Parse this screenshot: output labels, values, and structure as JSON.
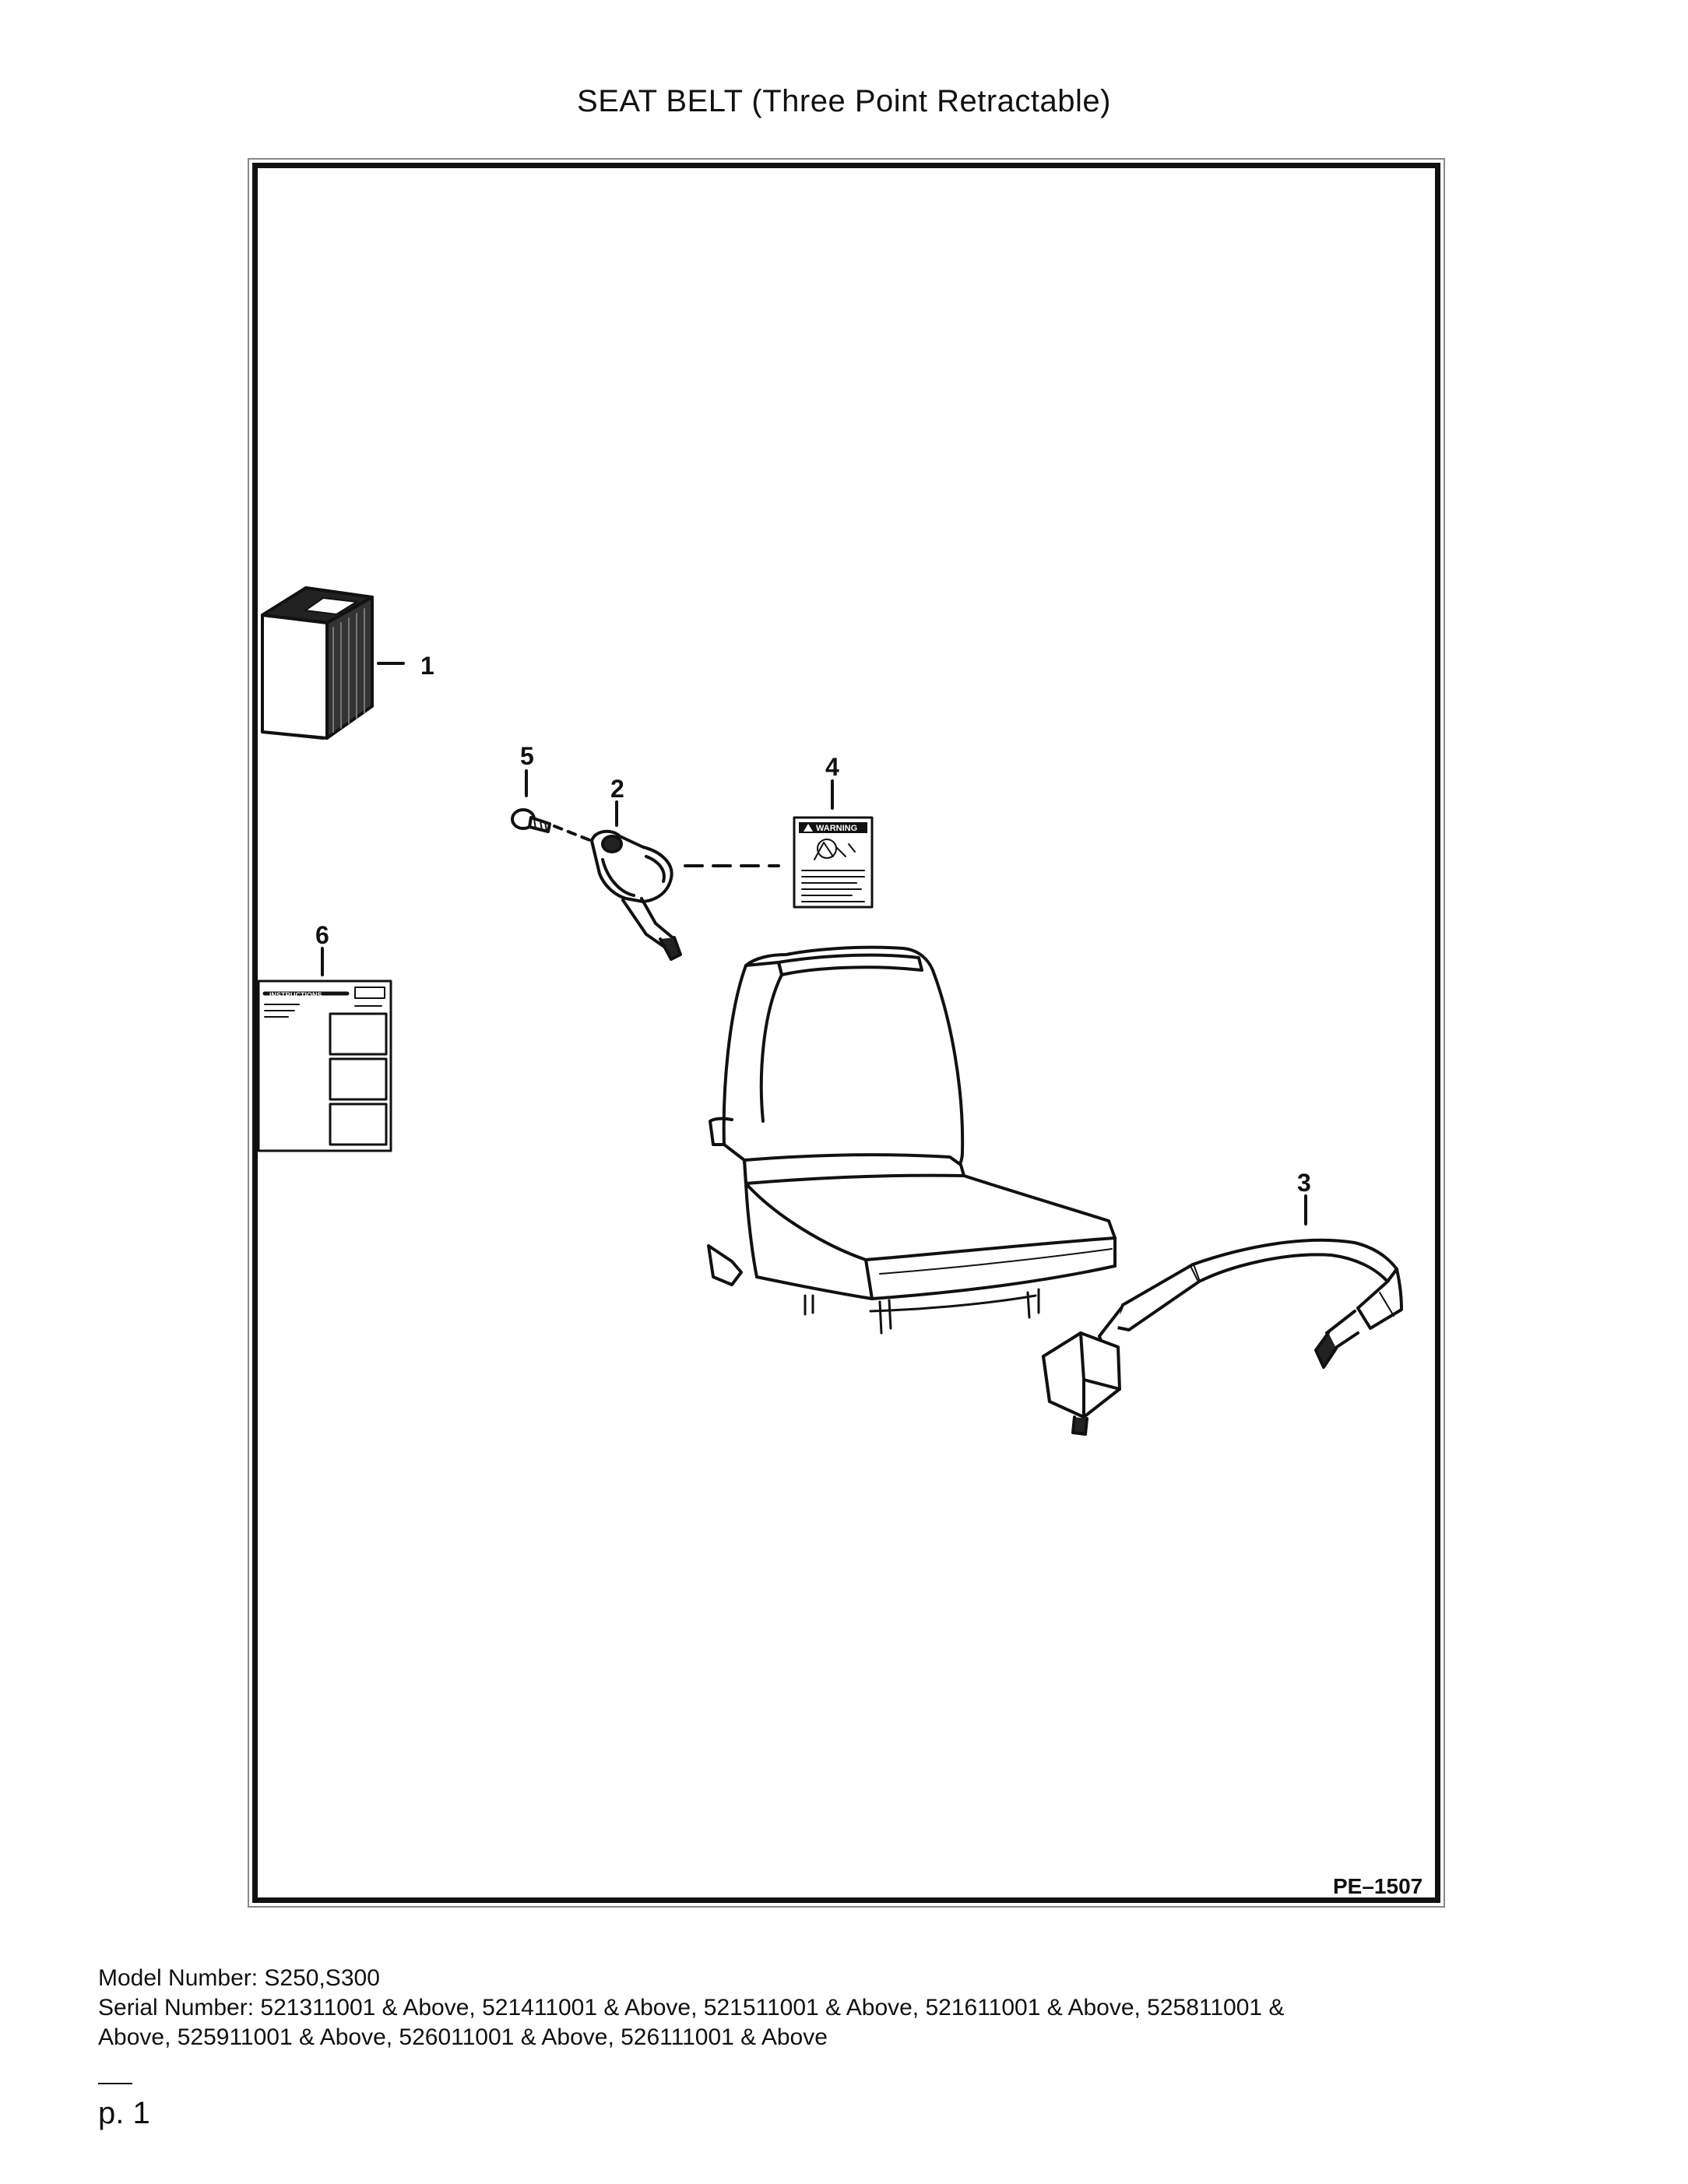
{
  "page": {
    "title": "SEAT BELT (Three Point Retractable)",
    "figure_ref": "PE–1507",
    "page_number": "p. 1"
  },
  "callouts": [
    "1",
    "2",
    "3",
    "4",
    "5",
    "6"
  ],
  "labels": {
    "warning_decal_header": "WARNING",
    "instruction_sheet_header": "INSTRUCTIONS"
  },
  "footer": {
    "model_line": "Model Number: S250,S300",
    "serial_line_1": "Serial Number: 521311001 & Above, 521411001 & Above, 521511001 & Above, 521611001 & Above, 525811001 &",
    "serial_line_2": "Above, 525911001 & Above, 526011001 & Above, 526111001 & Above"
  }
}
